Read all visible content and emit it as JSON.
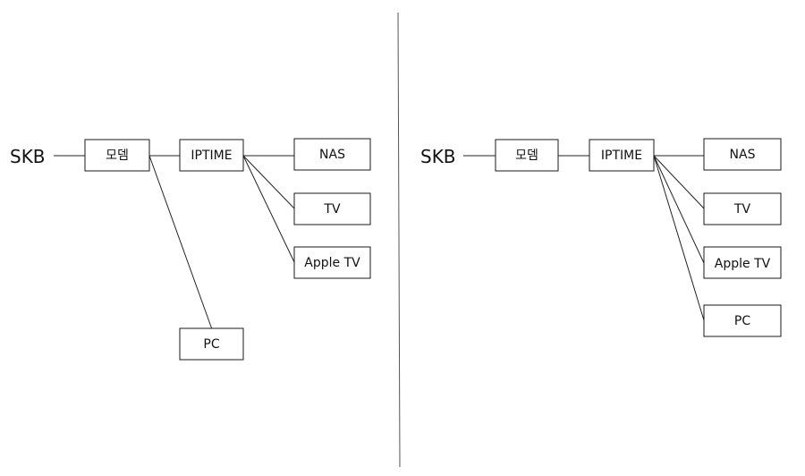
{
  "diagrams": [
    {
      "source_label": "SKB",
      "nodes": {
        "modem": "모뎀",
        "router": "IPTIME",
        "nas": "NAS",
        "tv": "TV",
        "apple_tv": "Apple TV",
        "pc": "PC"
      }
    },
    {
      "source_label": "SKB",
      "nodes": {
        "modem": "모뎀",
        "router": "IPTIME",
        "nas": "NAS",
        "tv": "TV",
        "apple_tv": "Apple TV",
        "pc": "PC"
      }
    }
  ],
  "colors": {
    "line": "#222222",
    "box_border": "#1a1a1a",
    "background": "#ffffff",
    "text": "#111111"
  }
}
